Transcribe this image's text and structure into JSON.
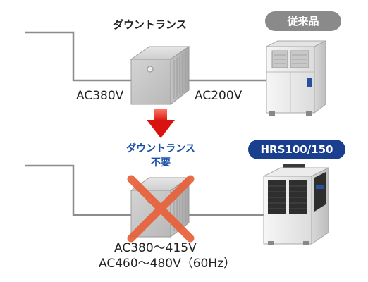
{
  "top": {
    "transformer_label": "ダウントランス",
    "input_voltage": "AC380V",
    "output_voltage": "AC200V",
    "badge": "従来品"
  },
  "arrow_note": {
    "line1": "ダウントランス",
    "line2": "不要"
  },
  "bottom": {
    "badge": "HRS100/150",
    "voltage_line1": "AC380〜415V",
    "voltage_line2": "AC460〜480V（60Hz）"
  },
  "colors": {
    "wire": "#8c8c8c",
    "arrow_red": "#e02020",
    "cross_orange": "#e8603a",
    "legacy_badge": "#8a8a8a",
    "new_badge": "#1a3f8f",
    "note_blue": "#1a4fa8"
  }
}
